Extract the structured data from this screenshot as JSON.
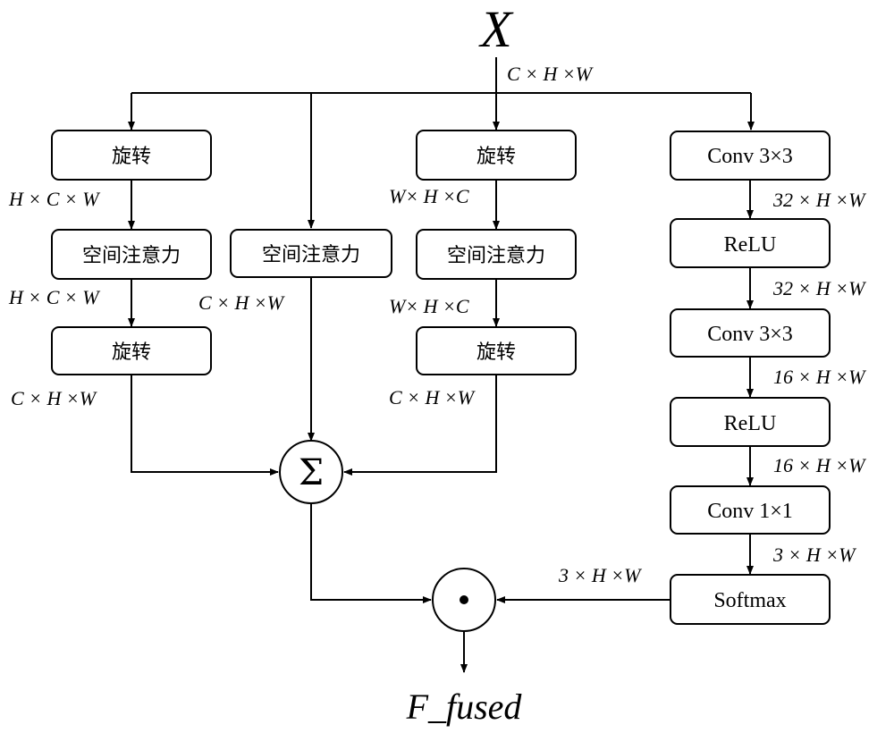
{
  "input_label": "X",
  "output_label": "F_fused",
  "ops": {
    "sum_symbol": "Σ",
    "dot_symbol": "•"
  },
  "boxes": {
    "b1_rotate1": "旋转",
    "b1_attention": "空间注意力",
    "b1_rotate2": "旋转",
    "b2_attention": "空间注意力",
    "b3_rotate1": "旋转",
    "b3_attention": "空间注意力",
    "b3_rotate2": "旋转",
    "r_conv1": "Conv 3×3",
    "r_relu1": "ReLU",
    "r_conv2": "Conv 3×3",
    "r_relu2": "ReLU",
    "r_conv3": "Conv 1×1",
    "r_softmax": "Softmax"
  },
  "dims": {
    "input": "C × H ×W",
    "b1_after_rotate1": "H × C × W",
    "b1_after_attention": "H × C × W",
    "b1_after_rotate2": "C × H ×W",
    "b2_after_attention": "C × H ×W",
    "b3_after_rotate1": "W× H ×C",
    "b3_after_attention": "W× H ×C",
    "b3_after_rotate2": "C × H ×W",
    "r_after_conv1": "32 × H ×W",
    "r_after_relu1": "32 × H ×W",
    "r_after_conv2": "16 × H ×W",
    "r_after_relu2": "16 × H ×W",
    "r_after_conv3": "3 × H ×W",
    "r_softmax_out": "3 × H ×W"
  }
}
